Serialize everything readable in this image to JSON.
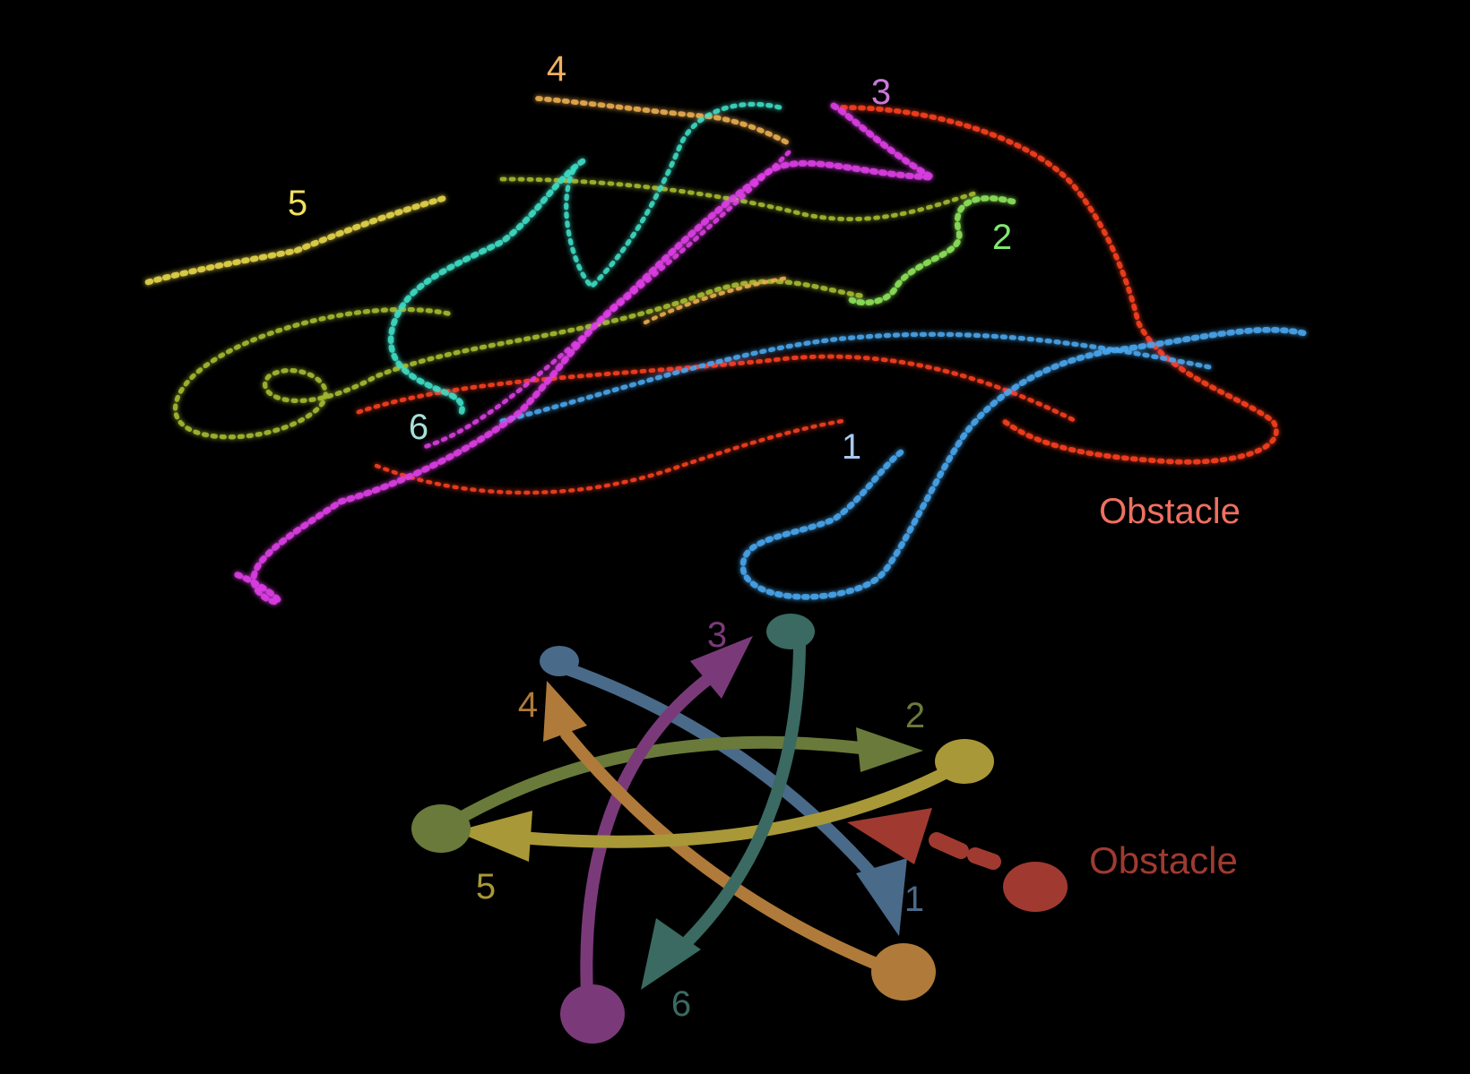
{
  "colors": {
    "background": "#000000",
    "trail_1": "#4aa8f0",
    "trail_2": "#8ee65a",
    "trail_3": "#e03ee8",
    "trail_4": "#f0b050",
    "trail_5": "#e8d84a",
    "trail_6": "#3ee0c8",
    "trail_olive": "#a8c030",
    "trail_obstacle": "#ff4020",
    "label_1": "#a8c8f0",
    "label_2": "#7ee870",
    "label_3": "#c878d8",
    "label_4": "#f0b060",
    "label_5": "#f0e060",
    "label_6": "#a8e0d8",
    "label_obstacle_top": "#f07060",
    "diag_1": "#4a6a8a",
    "diag_2": "#6a7a3a",
    "diag_3": "#7a3a7a",
    "diag_4": "#b07a3a",
    "diag_5": "#a89838",
    "diag_6": "#3a6a62",
    "diag_obstacle": "#a03a30",
    "node_top_left": "#4a6a8a",
    "node_top_center": "#3a6a62",
    "node_right": "#a89838",
    "node_left": "#6a7a3a",
    "node_bottom_right": "#b07a3a",
    "node_bottom_left": "#7a3a7a",
    "node_obstacle": "#a03a30"
  },
  "trail_labels": {
    "t1": "1",
    "t2": "2",
    "t3": "3",
    "t4": "4",
    "t5": "5",
    "t6": "6",
    "obstacle": "Obstacle"
  },
  "diagram_labels": {
    "d1": "1",
    "d2": "2",
    "d3": "3",
    "d4": "4",
    "d5": "5",
    "d6": "6",
    "obstacle": "Obstacle"
  }
}
